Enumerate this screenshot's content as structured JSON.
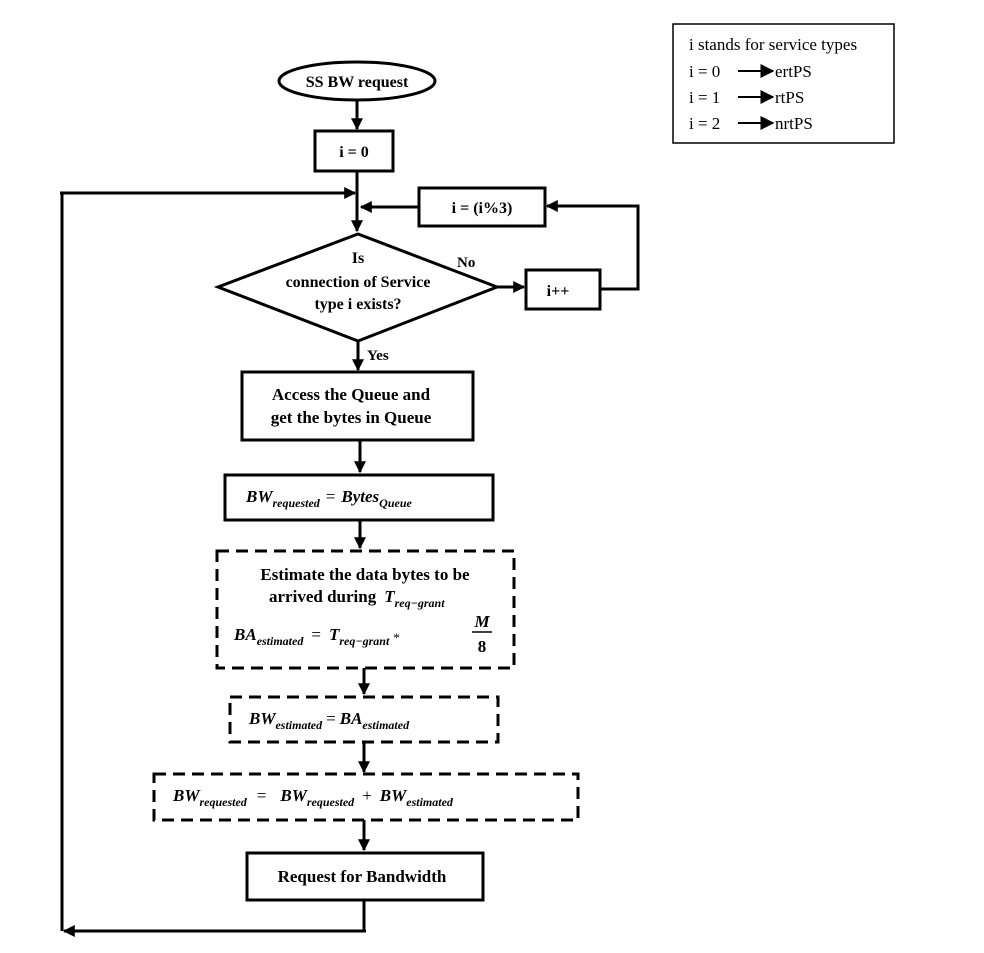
{
  "flowchart": {
    "start": "SS BW request",
    "init": "i = 0",
    "reset": "i  = (i%3)",
    "decision": [
      "Is",
      "connection of Service",
      "type i exists?"
    ],
    "no_label": "No",
    "yes_label": "Yes",
    "increment": "i++",
    "access_queue": [
      "Access the Queue and",
      "get the bytes in Queue"
    ],
    "formula1": {
      "lhs": "BW",
      "lhs_sub": "requested",
      "eq": "=",
      "rhs": "Bytes",
      "rhs_sub": "Queue"
    },
    "estimate": {
      "line1": "Estimate the data bytes to be",
      "line2": "arrived during",
      "t": "T",
      "t_sub": "req−grant",
      "lhs": "BA",
      "lhs_sub": "estimated",
      "eq": "=",
      "rhs": "T",
      "rhs_sub": "req−grant",
      "mul": "*",
      "num": "M",
      "den": "8"
    },
    "formula3": {
      "lhs": "BW",
      "lhs_sub": "estimated",
      "eq": "=",
      "rhs": "BA",
      "rhs_sub": "estimated"
    },
    "formula4": {
      "a": "BW",
      "a_sub": "requested",
      "eq": "=",
      "b": "BW",
      "b_sub": "requested",
      "plus": "+",
      "c": "BW",
      "c_sub": "estimated"
    },
    "request": "Request for Bandwidth"
  },
  "legend": {
    "title": "i stands for service types",
    "rows": [
      {
        "label": "i = 0",
        "value": "ertPS"
      },
      {
        "label": "i = 1",
        "value": "rtPS"
      },
      {
        "label": "i = 2",
        "value": "nrtPS"
      }
    ]
  }
}
